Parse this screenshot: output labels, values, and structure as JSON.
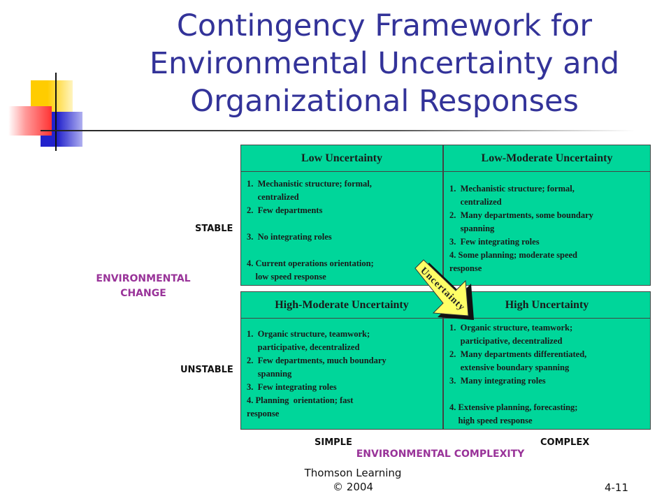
{
  "title": "Contingency Framework for Environmental Uncertainty and Organizational Responses",
  "quadrants": {
    "low": {
      "heading": "Low Uncertainty",
      "items": [
        "1.  Mechanistic structure; formal,",
        "     centralized",
        "2.  Few departments",
        "",
        "3.  No integrating roles",
        "",
        "4. Current operations orientation;",
        "    low speed response"
      ]
    },
    "low_moderate": {
      "heading": "Low-Moderate Uncertainty",
      "items": [
        "1.  Mechanistic structure; formal,",
        "     centralized",
        "2.  Many departments, some boundary",
        "     spanning",
        "3.  Few integrating roles",
        "4. Some planning; moderate speed",
        "response"
      ]
    },
    "high_moderate": {
      "heading": "High-Moderate Uncertainty",
      "items": [
        "1.  Organic structure, teamwork;",
        "     participative, decentralized",
        "2.  Few departments, much boundary",
        "     spanning",
        "3.  Few integrating roles",
        "4. Planning  orientation; fast",
        "response"
      ]
    },
    "high": {
      "heading": "High Uncertainty",
      "items": [
        "1.  Organic structure, teamwork;",
        "     participative, decentralized",
        "2.  Many departments differentiated,",
        "     extensive boundary spanning",
        "3.  Many integrating roles",
        "",
        "4. Extensive planning, forecasting;",
        "    high speed response"
      ]
    }
  },
  "axis": {
    "stable": "STABLE",
    "unstable": "UNSTABLE",
    "change_line1": "ENVIRONMENTAL",
    "change_line2": "CHANGE",
    "simple": "SIMPLE",
    "complex": "COMPLEX",
    "complexity": "ENVIRONMENTAL COMPLEXITY"
  },
  "arrow_label": "Uncertainty",
  "footer": {
    "publisher_line1": "Thomson Learning",
    "publisher_line2": "© 2004",
    "slide_number": "4-11"
  },
  "colors": {
    "title": "#333399",
    "box_fill": "#00d69a",
    "accent_purple": "#993399",
    "arrow_fill": "#ffff66"
  }
}
